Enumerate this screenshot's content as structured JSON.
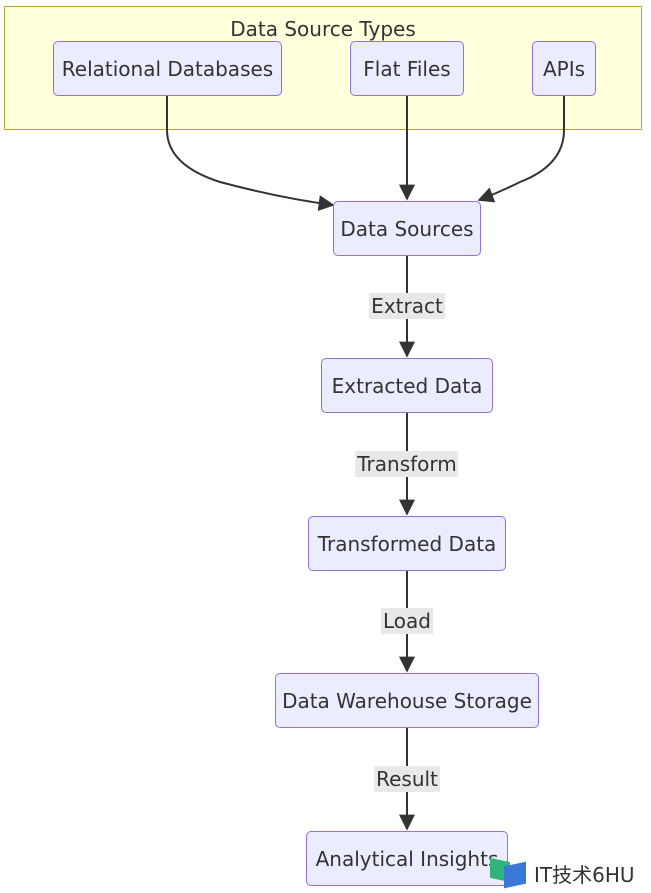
{
  "cluster": {
    "title": "Data Source Types"
  },
  "nodes": {
    "relational_databases": "Relational Databases",
    "flat_files": "Flat Files",
    "apis": "APIs",
    "data_sources": "Data Sources",
    "extracted_data": "Extracted Data",
    "transformed_data": "Transformed Data",
    "data_warehouse_storage": "Data Warehouse Storage",
    "analytical_insights": "Analytical Insights"
  },
  "edges": {
    "extract": "Extract",
    "transform": "Transform",
    "load": "Load",
    "result": "Result"
  },
  "watermark": {
    "text": "IT技术6HU"
  },
  "colors": {
    "node_fill": "#ECECFF",
    "node_border": "#9370DB",
    "cluster_fill": "#ffffde",
    "cluster_border": "#aaaa33",
    "edge_stroke": "#333333",
    "edge_label_bg": "#e8e8e8"
  }
}
